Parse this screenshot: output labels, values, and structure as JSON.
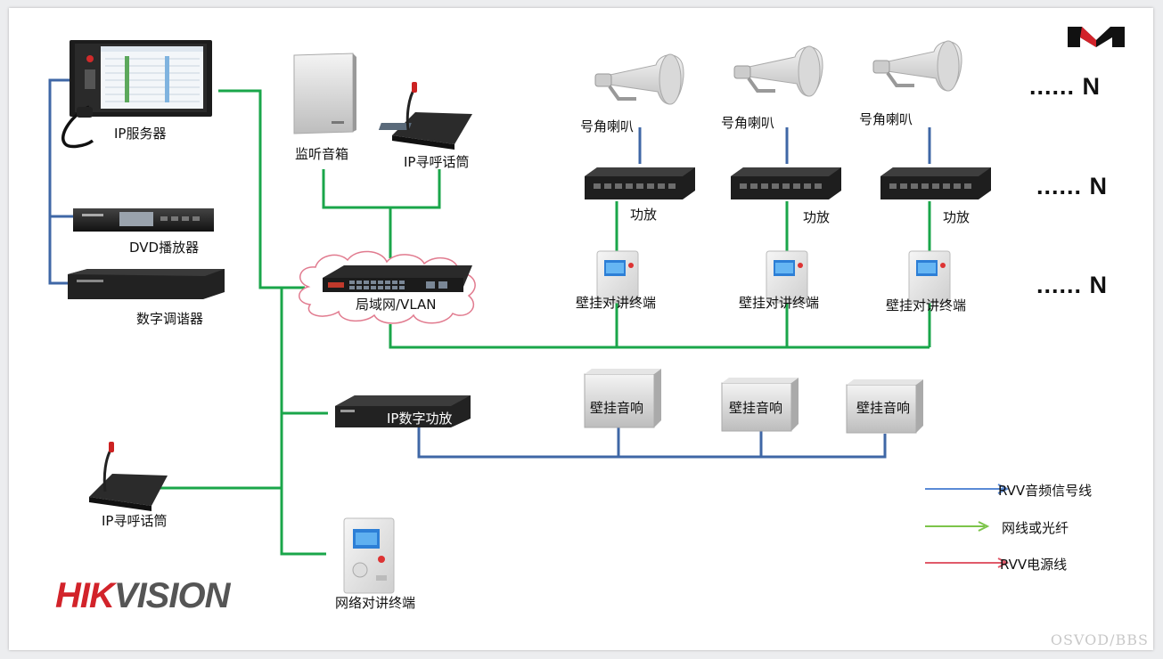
{
  "nodes": {
    "ip_server": "IP服务器",
    "dvd_player": "DVD播放器",
    "digital_tuner": "数字调谐器",
    "monitor_speaker": "监听音箱",
    "ip_paging_mic_top": "IP寻呼话筒",
    "lan": "局域网/VLAN",
    "ip_digital_amp": "IP数字功放",
    "ip_paging_mic_bottom": "IP寻呼话筒",
    "network_intercom": "网络对讲终端",
    "horn_speakers": [
      "号角喇叭",
      "号角喇叭",
      "号角喇叭"
    ],
    "amplifiers": [
      "功放",
      "功放",
      "功放"
    ],
    "wall_intercoms": [
      "壁挂对讲终端",
      "壁挂对讲终端",
      "壁挂对讲终端"
    ],
    "wall_speakers": [
      "壁挂音响",
      "壁挂音响",
      "壁挂音响"
    ],
    "more_marks": [
      "...... N",
      "...... N",
      "...... N"
    ]
  },
  "legend": [
    {
      "label": "RVV音频信号线",
      "color": "#5a8ad6"
    },
    {
      "label": "网线或光纤",
      "color": "#7cc44a"
    },
    {
      "label": "RVV电源线",
      "color": "#e05a6a"
    }
  ],
  "colors": {
    "audio_line": "#3f67a6",
    "network_line": "#1aa64a"
  },
  "brand": {
    "hik": "HIK",
    "vision": "VISION",
    "corner_logo": "M-logo-icon"
  },
  "watermark": "OSVOD/BBS"
}
